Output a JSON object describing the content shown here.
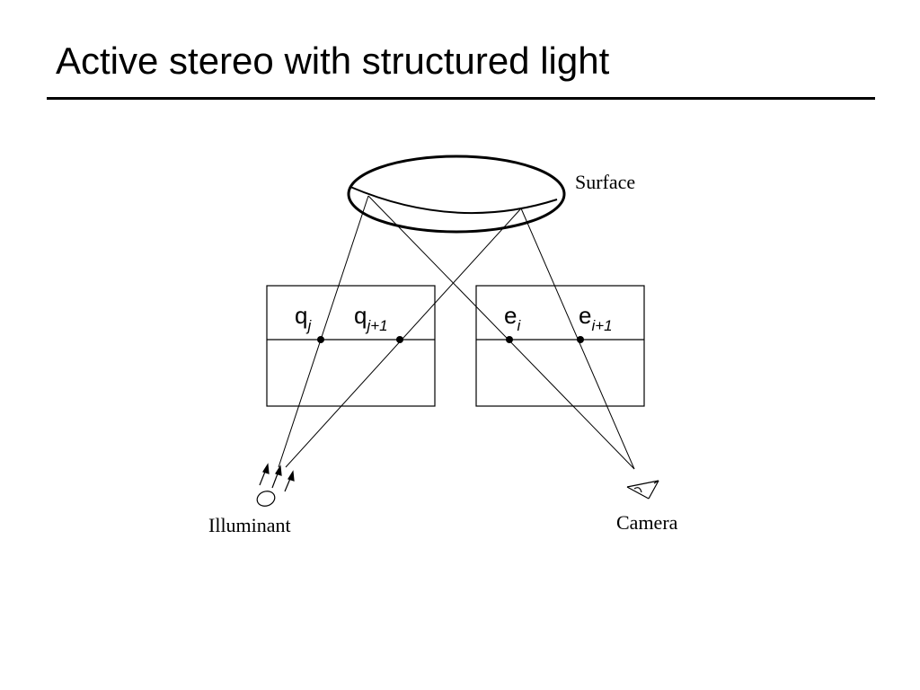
{
  "slide": {
    "title": "Active stereo with structured light"
  },
  "diagram": {
    "surface_label": "Surface",
    "illuminant_label": "Illuminant",
    "camera_label": "Camera",
    "projector_points": [
      {
        "base": "q",
        "sub": "j"
      },
      {
        "base": "q",
        "sub": "j+1"
      }
    ],
    "image_points": [
      {
        "base": "e",
        "sub": "i"
      },
      {
        "base": "e",
        "sub": "i+1"
      }
    ]
  }
}
